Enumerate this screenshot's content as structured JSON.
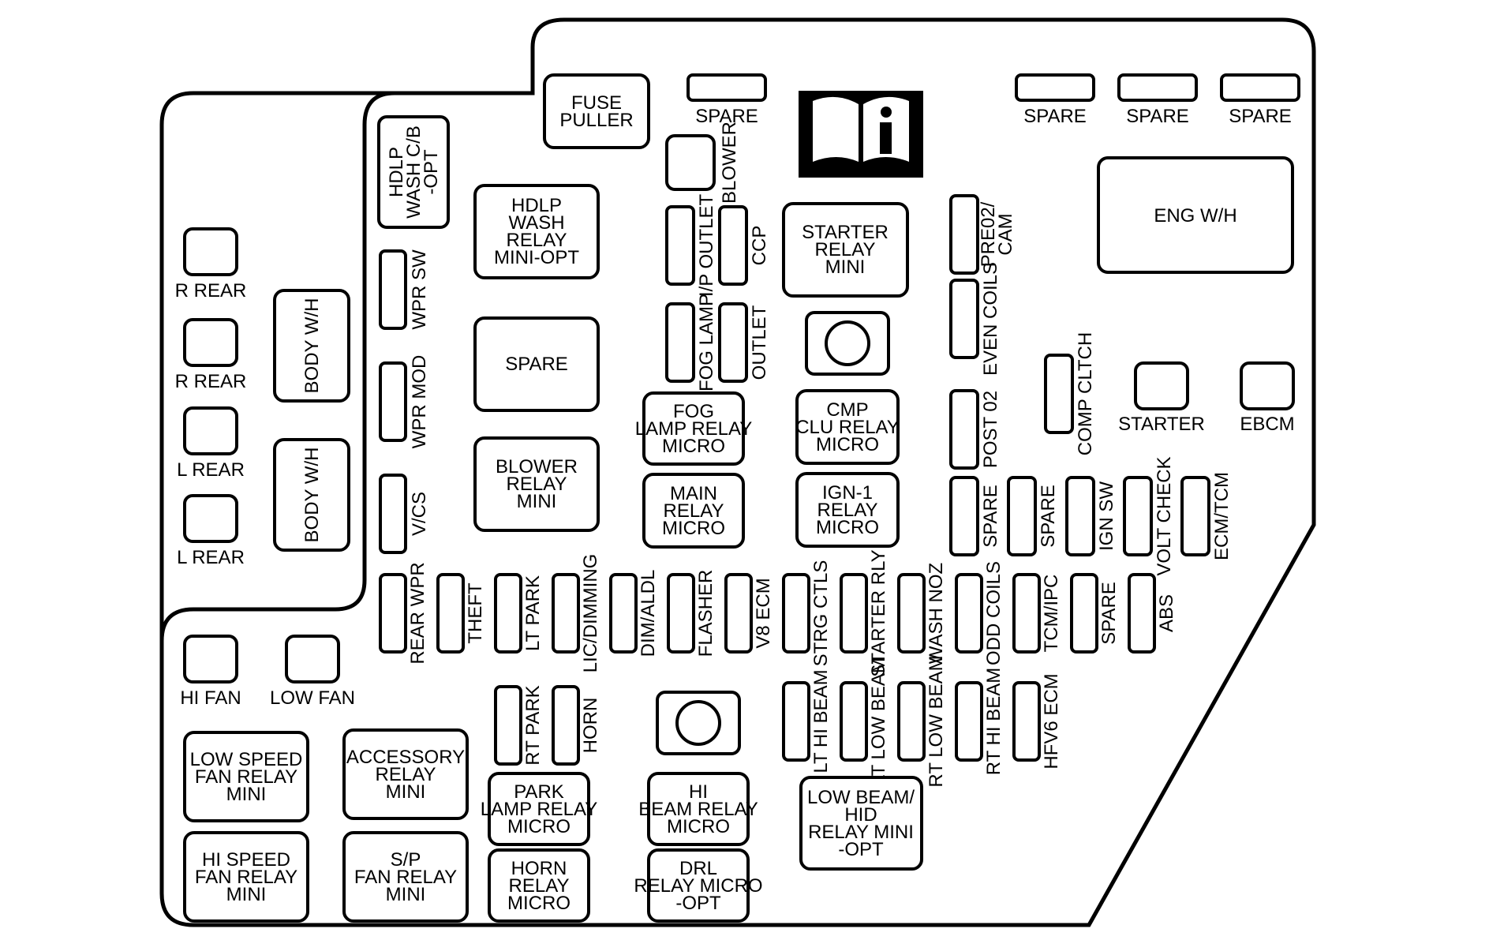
{
  "diagram": {
    "fuse_puller": "FUSE PULLER",
    "spare": "SPARE",
    "blower": "BLOWER",
    "hdlp_wash_cb": "HDLP WASH C/B -OPT",
    "hdlp_wash_relay": "HDLP WASH RELAY MINI-OPT",
    "ip_outlet": "I/P OUTLET",
    "ccp": "CCP",
    "starter_relay": "STARTER RELAY MINI",
    "pre02_cam": "PRE02/ CAM",
    "eng_wh": "ENG W/H",
    "r_rear": "R REAR",
    "l_rear": "L REAR",
    "body_wh": "BODY W/H",
    "wpr_sw": "WPR SW",
    "fog_lamp": "FOG LAMP",
    "outlet": "OUTLET",
    "even_coils": "EVEN COILS",
    "wpr_mod": "WPR MOD",
    "comp_clutch": "COMP CLTCH",
    "starter": "STARTER",
    "ebcm": "EBCM",
    "fog_lamp_relay": "FOG LAMP RELAY MICRO",
    "cmp_clu_relay": "CMP CLU RELAY MICRO",
    "post02": "POST 02",
    "blower_relay": "BLOWER RELAY MINI",
    "vics": "V/CS",
    "main_relay": "MAIN RELAY MICRO",
    "ign1_relay": "IGN-1 RELAY MICRO",
    "ign_sw": "IGN SW",
    "volt_check": "VOLT CHECK",
    "ecm_tcm": "ECM/TCM",
    "rear_wpr": "REAR WPR",
    "theft": "THEFT",
    "lt_park": "LT PARK",
    "lic_dimming": "LIC/DIMMING",
    "dim_aldl": "DIM/ALDL",
    "flasher": "FLASHER",
    "v8_ecm": "V8 ECM",
    "strg_ctls": "STRG CTLS",
    "starter_rly": "STARTER RLY",
    "wash_noz": "WASH NOZ",
    "odd_coils": "ODD COILS",
    "tcm_ipc": "TCM/IPC",
    "abs": "ABS",
    "hi_fan": "HI FAN",
    "low_fan": "LOW FAN",
    "rt_park": "RT PARK",
    "horn": "HORN",
    "lt_hi_beam": "LT HI BEAM",
    "lt_low_beam": "LT LOW BEAM",
    "rt_low_beam": "RT LOW BEAM",
    "rt_hi_beam": "RT HI BEAM",
    "hfv6_ecm": "HFV6 ECM",
    "low_speed_fan_relay": "LOW SPEED FAN RELAY MINI",
    "accessory_relay": "ACCESSORY RELAY MINI",
    "park_lamp_relay": "PARK LAMP RELAY MICRO",
    "hi_beam_relay": "HI BEAM RELAY MICRO",
    "low_beam_hid_relay": "LOW BEAM/ HID RELAY MINI -OPT",
    "hi_speed_fan_relay": "HI SPEED FAN RELAY MINI",
    "sp_fan_relay": "S/P FAN RELAY MINI",
    "horn_relay": "HORN RELAY MICRO",
    "drl_relay": "DRL RELAY MICRO -OPT",
    "info_icon": "info-book-icon"
  }
}
